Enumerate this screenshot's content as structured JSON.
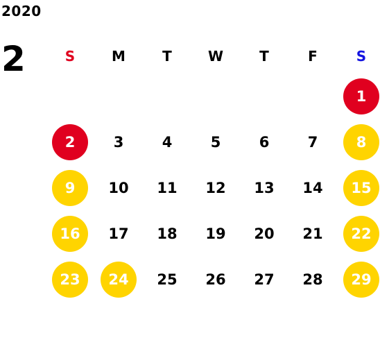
{
  "calendar": {
    "year": "2020",
    "month": "2",
    "colors": {
      "sunday_label": "#e0001f",
      "saturday_label": "#1414e0",
      "holiday_circle": "#e0001f",
      "weekend_circle": "#ffd400"
    },
    "weekdays": [
      "S",
      "M",
      "T",
      "W",
      "T",
      "F",
      "S"
    ],
    "weeks": [
      [
        {
          "d": "",
          "s": "empty"
        },
        {
          "d": "",
          "s": "empty"
        },
        {
          "d": "",
          "s": "empty"
        },
        {
          "d": "",
          "s": "empty"
        },
        {
          "d": "",
          "s": "empty"
        },
        {
          "d": "",
          "s": "empty"
        },
        {
          "d": "1",
          "s": "red"
        }
      ],
      [
        {
          "d": "2",
          "s": "red"
        },
        {
          "d": "3",
          "s": "plain"
        },
        {
          "d": "4",
          "s": "plain"
        },
        {
          "d": "5",
          "s": "plain"
        },
        {
          "d": "6",
          "s": "plain"
        },
        {
          "d": "7",
          "s": "plain"
        },
        {
          "d": "8",
          "s": "yellow"
        }
      ],
      [
        {
          "d": "9",
          "s": "yellow"
        },
        {
          "d": "10",
          "s": "plain"
        },
        {
          "d": "11",
          "s": "plain"
        },
        {
          "d": "12",
          "s": "plain"
        },
        {
          "d": "13",
          "s": "plain"
        },
        {
          "d": "14",
          "s": "plain"
        },
        {
          "d": "15",
          "s": "yellow"
        }
      ],
      [
        {
          "d": "16",
          "s": "yellow"
        },
        {
          "d": "17",
          "s": "plain"
        },
        {
          "d": "18",
          "s": "plain"
        },
        {
          "d": "19",
          "s": "plain"
        },
        {
          "d": "20",
          "s": "plain"
        },
        {
          "d": "21",
          "s": "plain"
        },
        {
          "d": "22",
          "s": "yellow"
        }
      ],
      [
        {
          "d": "23",
          "s": "yellow"
        },
        {
          "d": "24",
          "s": "yellow"
        },
        {
          "d": "25",
          "s": "plain"
        },
        {
          "d": "26",
          "s": "plain"
        },
        {
          "d": "27",
          "s": "plain"
        },
        {
          "d": "28",
          "s": "plain"
        },
        {
          "d": "29",
          "s": "yellow"
        }
      ]
    ]
  }
}
